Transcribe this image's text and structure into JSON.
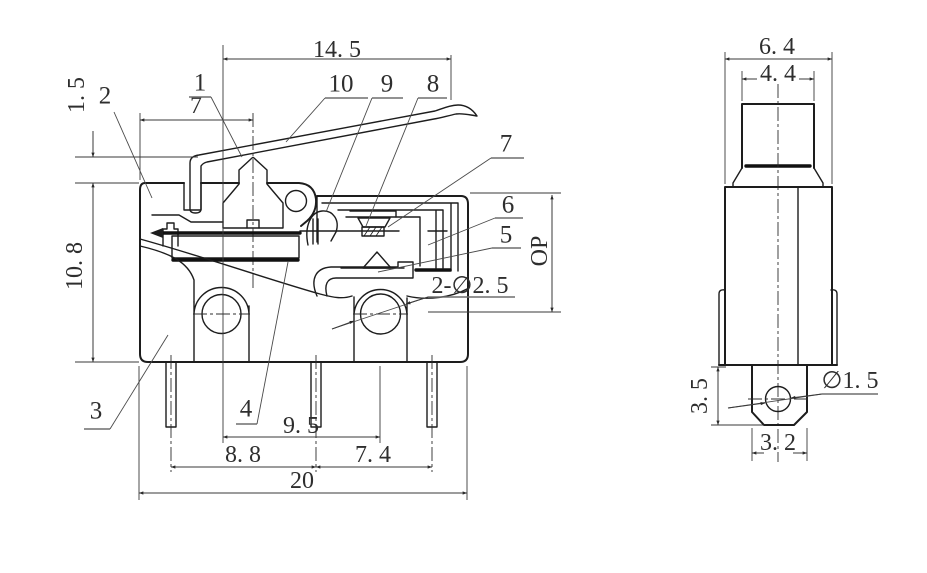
{
  "colors": {
    "line": "#1d1d1d",
    "background": "#ffffff",
    "dim_text": "#2e2e2e"
  },
  "front_view": {
    "dims": {
      "lever_length": "14. 5",
      "lever_pivot_offset": "7",
      "free_position": "1. 5",
      "body_height": "10. 8",
      "operating_position": "OP",
      "mounting_holes": "2-∅2. 5",
      "hole_spacing": "9. 5",
      "pin_pitch_left": "8. 8",
      "pin_pitch_right": "7. 4",
      "body_width": "20"
    },
    "labels": {
      "n1": "1",
      "n2": "2",
      "n3": "3",
      "n4": "4",
      "n5": "5",
      "n6": "6",
      "n7": "7",
      "n8": "8",
      "n9": "9",
      "n10": "10"
    }
  },
  "side_view": {
    "dims": {
      "body_width": "6. 4",
      "plunger_width": "4. 4",
      "pin_exposed_length": "3. 5",
      "pin_hole_dia": "∅1. 5",
      "terminal_width": "3. 2"
    }
  }
}
